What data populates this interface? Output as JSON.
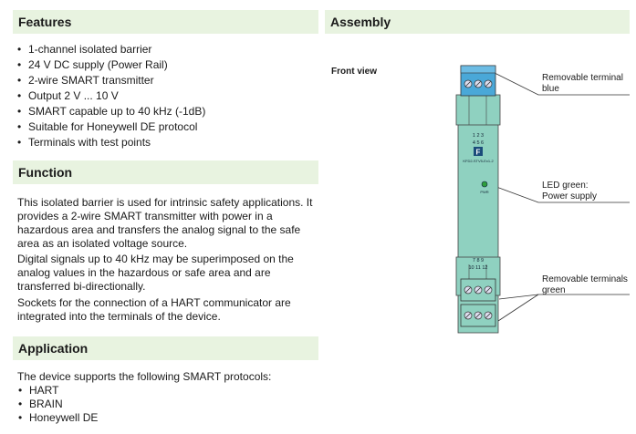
{
  "features": {
    "title": "Features",
    "items": [
      "1-channel isolated barrier",
      "24 V DC supply (Power Rail)",
      "2-wire SMART transmitter",
      "Output 2 V ... 10 V",
      "SMART capable up to 40 kHz (-1dB)",
      "Suitable for Honeywell DE protocol",
      "Terminals with test points"
    ]
  },
  "function": {
    "title": "Function",
    "p1": "This isolated barrier is used for intrinsic safety applications. It provides a 2-wire SMART transmitter with power in a hazardous area and transfers the analog signal to the safe area as an isolated voltage source.",
    "p2": "Digital signals up to 40 kHz may be superimposed on the analog values in the hazardous or safe area and are transferred bi-directionally.",
    "p3": "Sockets for the connection of a HART communicator are integrated into the terminals of the device."
  },
  "application": {
    "title": "Application",
    "intro": "The device supports the following SMART protocols:",
    "items": [
      "HART",
      "BRAIN",
      "Honeywell DE"
    ]
  },
  "assembly": {
    "title": "Assembly",
    "front_view": "Front view",
    "callouts": {
      "blue_terminal_l1": "Removable terminal",
      "blue_terminal_l2": "blue",
      "led_l1": "LED green:",
      "led_l2": "Power supply",
      "green_terminals_l1": "Removable terminals",
      "green_terminals_l2": "green"
    },
    "device": {
      "terminals_top_row1": "1  2  3",
      "terminals_top_row2": "4  5  6",
      "model": "KFD2-STV5-Ex1-2",
      "led_label": "PWR",
      "terminals_bottom_row": "7  8  9",
      "terminals_bottom_row2": "10 11 12",
      "logo": "F"
    },
    "colors": {
      "blue_terminal": "#4aa8d8",
      "housing": "#8fd1c0",
      "led": "#2e9e3c",
      "header_bg": "#e8f3e0"
    }
  }
}
